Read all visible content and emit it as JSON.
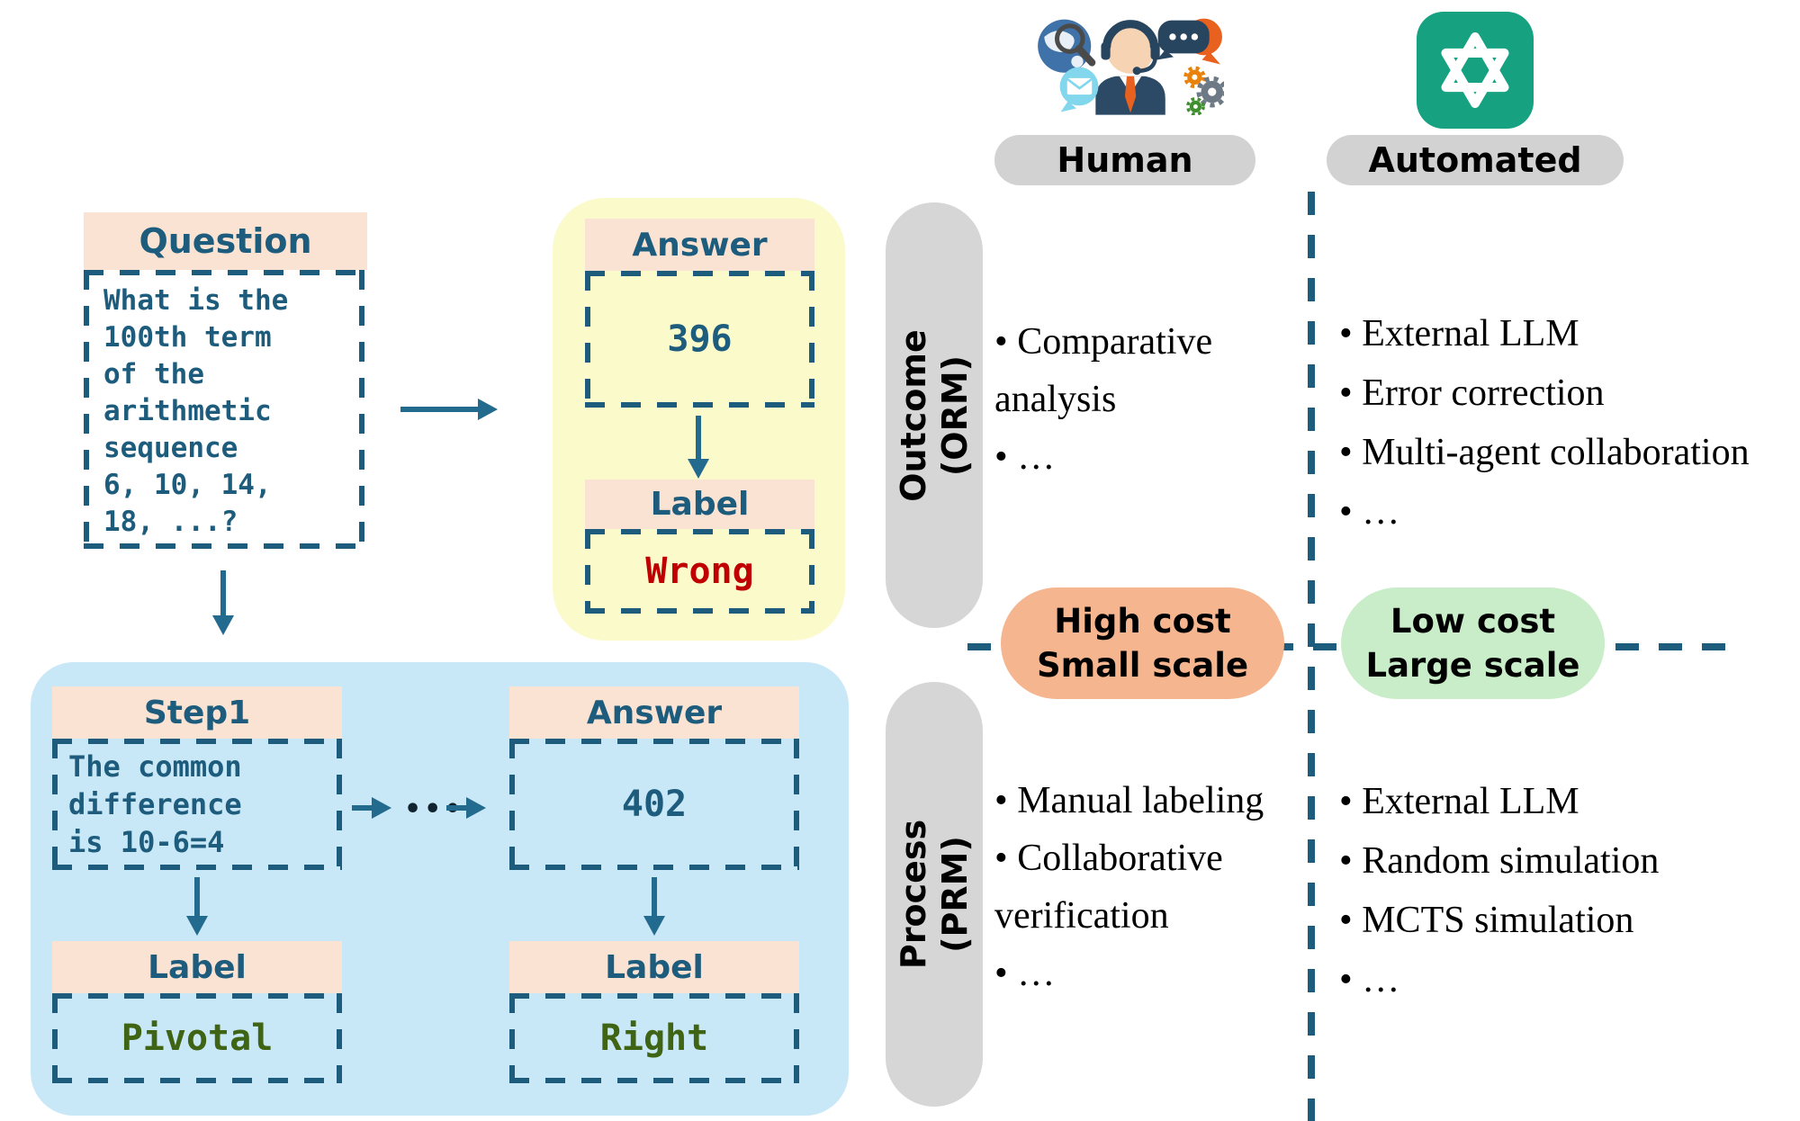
{
  "figure": {
    "question": {
      "header": "Question",
      "body": "What is the\n100th term\nof the\narithmetic\nsequence\n6, 10, 14,\n18, ...?"
    },
    "orm_example": {
      "answer_header": "Answer",
      "answer_value": "396",
      "label_header": "Label",
      "label_value": "Wrong"
    },
    "prm_example": {
      "step1_header": "Step1",
      "step1_body": "The common\ndifference\nis 10-6=4",
      "ellipsis_dots": "•••",
      "answer_header": "Answer",
      "answer_value": "402",
      "step_label_header": "Label",
      "step_label_value": "Pivotal",
      "answer_label_header": "Label",
      "answer_label_value": "Right"
    },
    "columns": {
      "human": {
        "label": "Human",
        "icon": "human-support-agent-icon"
      },
      "automated": {
        "label": "Automated",
        "icon": "openai-logo-icon"
      }
    },
    "rows": {
      "outcome": {
        "label": "Outcome\n(ORM)"
      },
      "process": {
        "label": "Process\n(PRM)"
      }
    },
    "badges": {
      "human_cost": "High cost\nSmall scale",
      "automated_cost": "Low cost\nLarge scale"
    },
    "cells": {
      "outcome_human": [
        "Comparative analysis",
        "…"
      ],
      "outcome_automated": [
        "External LLM",
        "Error correction",
        "Multi-agent collaboration",
        "…"
      ],
      "process_human": [
        "Manual labeling",
        "Collaborative verification",
        "…"
      ],
      "process_automated": [
        "External LLM",
        "Random simulation",
        "MCTS simulation",
        "…"
      ]
    },
    "colors": {
      "teal": "#1d5c7c",
      "arrow": "#226a8e",
      "peach_header": "#fbe3d4",
      "yellow_panel": "#fbfacb",
      "blue_panel": "#c9e8f7",
      "gray_pill": "#d4d4d4",
      "high_cost_badge": "#f5b58e",
      "low_cost_badge": "#c9edc9",
      "wrong_red": "#c00000",
      "label_green": "#3f6414",
      "openai_green": "#16a180"
    }
  }
}
